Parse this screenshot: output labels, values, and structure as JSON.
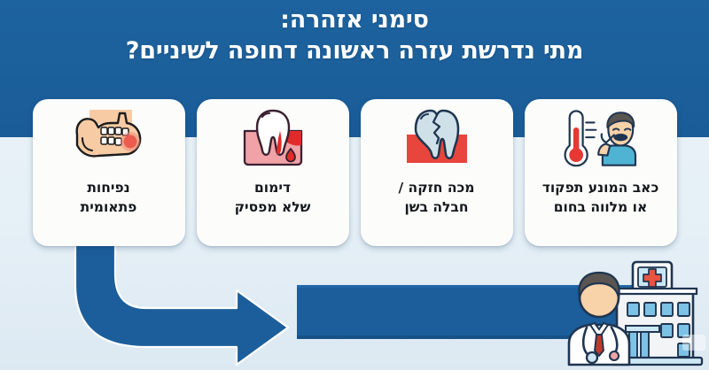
{
  "header": {
    "title_line_1": "סימני אזהרה:",
    "title_line_2": "מתי נדרשת עזרה ראשונה דחופה לשיניים?",
    "band_color": "#1a5f9c",
    "text_color": "#ffffff"
  },
  "page": {
    "background_color": "#e8f1f7",
    "accent_color": "#1b5e9b"
  },
  "cards": [
    {
      "id": "sudden-swelling",
      "label": "נפיחות\nפתאומית",
      "icon": "jaw-swelling-icon",
      "icon_colors": {
        "jaw": "#f7cba4",
        "teeth": "#ffffff",
        "swelling": "#ec5d4e",
        "outline": "#1c1c1c"
      }
    },
    {
      "id": "nonstop-bleeding",
      "label": "דימום\nשלא מפסיק",
      "icon": "bleeding-tooth-icon",
      "icon_colors": {
        "gum": "#f0a2a6",
        "tooth": "#ffffff",
        "blood": "#e02b2b",
        "outline": "#3a2030"
      }
    },
    {
      "id": "tooth-trauma",
      "label": "מכה חזקה /\nחבלה בשן",
      "icon": "cracked-tooth-icon",
      "icon_colors": {
        "gum": "#e8453c",
        "tooth": "#cfe0e8",
        "outline": "#1f3550"
      }
    },
    {
      "id": "pain-with-fever",
      "label": "כאב המונע תפקוד\nאו מלווה בחום",
      "icon": "thermometer-toothache-icon",
      "icon_colors": {
        "thermometer": "#e53935",
        "shirt": "#4fb3d4",
        "skin": "#f8d2a8",
        "hair": "#5a5550",
        "outline": "#1f3550"
      }
    }
  ],
  "flow": {
    "arrow": {
      "name": "curved-flow-arrow",
      "color": "#1b5e9b",
      "direction": "right"
    },
    "bar": {
      "name": "flow-bar",
      "color": "#1b5e9b"
    }
  },
  "clinic": {
    "name": "hospital-with-doctor-illustration",
    "colors": {
      "building": "#f2f4f6",
      "windows": "#7cc2e5",
      "cross": "#e8543f",
      "coat": "#ffffff",
      "tie": "#c0392b",
      "hair": "#5a5550",
      "outline": "#1f3550"
    }
  }
}
